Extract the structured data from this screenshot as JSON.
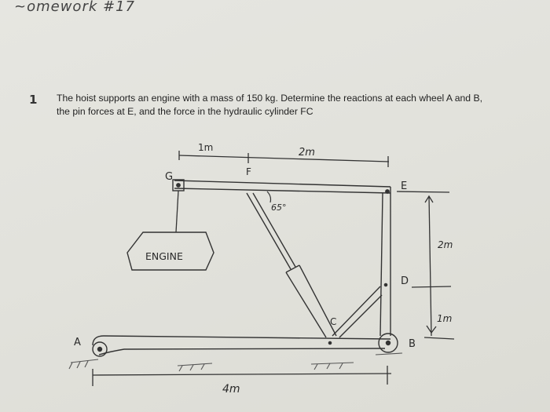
{
  "header": {
    "title": "~omework #17"
  },
  "problem": {
    "number": "1",
    "text": "The hoist supports an engine with a mass of 150 kg. Determine the reactions at each wheel A and B, the pin forces at E, and the force in the hydraulic cylinder FC"
  },
  "diagram": {
    "dims": {
      "gf": "1m",
      "fe": "2m",
      "e_to_d": "2m",
      "d_to_b": "1m",
      "ab": "4m"
    },
    "points": {
      "g": "G",
      "f": "F",
      "e": "E",
      "d": "D",
      "c": "C",
      "b": "B",
      "a": "A"
    },
    "angle": "65°",
    "engine_label": "ENGINE"
  }
}
